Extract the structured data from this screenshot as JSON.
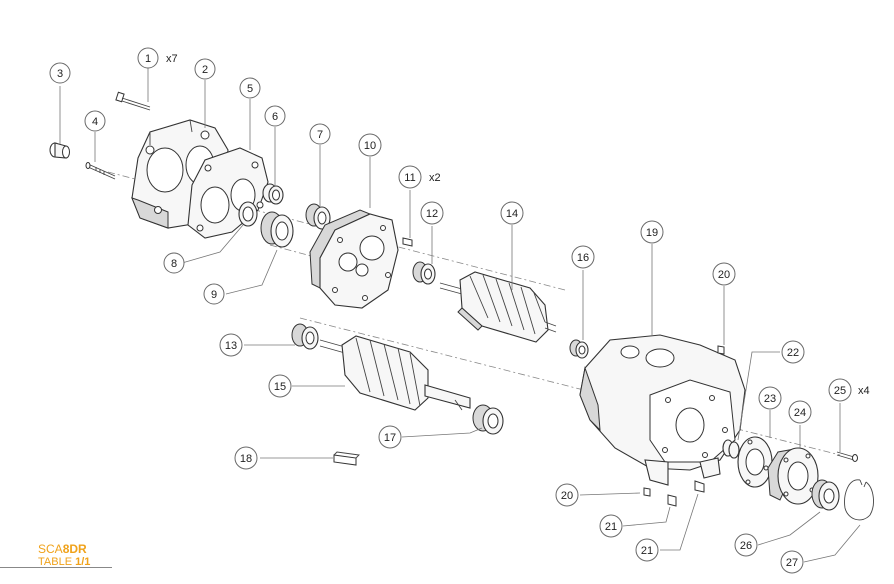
{
  "footer": {
    "model_prefix": "SCA",
    "model_suffix": "8DR",
    "table_prefix": "TABLE",
    "table_value": "1/1"
  },
  "callouts": [
    {
      "n": "1",
      "qty": "x7"
    },
    {
      "n": "2"
    },
    {
      "n": "3"
    },
    {
      "n": "4"
    },
    {
      "n": "5"
    },
    {
      "n": "6"
    },
    {
      "n": "7"
    },
    {
      "n": "8"
    },
    {
      "n": "9"
    },
    {
      "n": "10"
    },
    {
      "n": "11",
      "qty": "x2"
    },
    {
      "n": "12"
    },
    {
      "n": "13"
    },
    {
      "n": "14"
    },
    {
      "n": "15"
    },
    {
      "n": "16"
    },
    {
      "n": "17"
    },
    {
      "n": "18"
    },
    {
      "n": "19"
    },
    {
      "n": "20"
    },
    {
      "n": "20"
    },
    {
      "n": "21"
    },
    {
      "n": "21"
    },
    {
      "n": "22"
    },
    {
      "n": "23"
    },
    {
      "n": "24"
    },
    {
      "n": "25",
      "qty": "x4"
    },
    {
      "n": "26"
    },
    {
      "n": "27"
    }
  ],
  "colors": {
    "accent": "#f0a21a",
    "line": "#333333",
    "callout_stroke": "#6a6a6a"
  }
}
